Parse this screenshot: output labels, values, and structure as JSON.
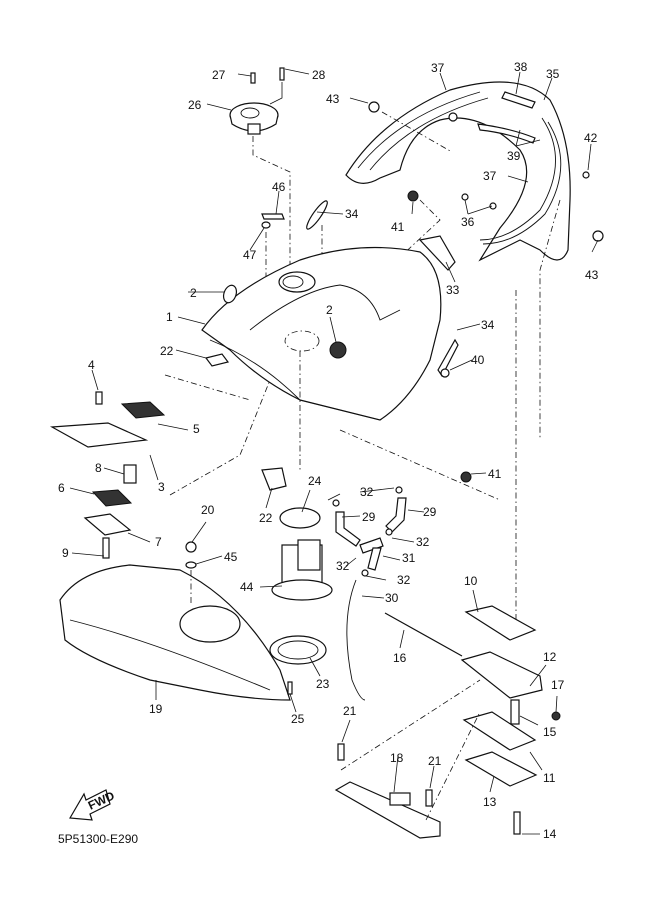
{
  "diagram": {
    "title": "Fuel tank parts diagram",
    "drawing_code": "5P51300-E290",
    "fwd_label": "FWD",
    "callouts": [
      {
        "id": "27",
        "text": "27"
      },
      {
        "id": "28",
        "text": "28"
      },
      {
        "id": "26",
        "text": "26"
      },
      {
        "id": "43a",
        "text": "43"
      },
      {
        "id": "37a",
        "text": "37"
      },
      {
        "id": "38",
        "text": "38"
      },
      {
        "id": "35",
        "text": "35"
      },
      {
        "id": "39",
        "text": "39"
      },
      {
        "id": "42",
        "text": "42"
      },
      {
        "id": "37b",
        "text": "37"
      },
      {
        "id": "36",
        "text": "36"
      },
      {
        "id": "43b",
        "text": "43"
      },
      {
        "id": "46",
        "text": "46"
      },
      {
        "id": "34a",
        "text": "34"
      },
      {
        "id": "47",
        "text": "47"
      },
      {
        "id": "41a",
        "text": "41"
      },
      {
        "id": "33",
        "text": "33"
      },
      {
        "id": "2a",
        "text": "2"
      },
      {
        "id": "1",
        "text": "1"
      },
      {
        "id": "2b",
        "text": "2"
      },
      {
        "id": "22a",
        "text": "22"
      },
      {
        "id": "34b",
        "text": "34"
      },
      {
        "id": "40",
        "text": "40"
      },
      {
        "id": "4",
        "text": "4"
      },
      {
        "id": "5",
        "text": "5"
      },
      {
        "id": "3",
        "text": "3"
      },
      {
        "id": "8",
        "text": "8"
      },
      {
        "id": "6",
        "text": "6"
      },
      {
        "id": "7",
        "text": "7"
      },
      {
        "id": "9",
        "text": "9"
      },
      {
        "id": "20",
        "text": "20"
      },
      {
        "id": "45",
        "text": "45"
      },
      {
        "id": "22b",
        "text": "22"
      },
      {
        "id": "24",
        "text": "24"
      },
      {
        "id": "32a",
        "text": "32"
      },
      {
        "id": "29a",
        "text": "29"
      },
      {
        "id": "29b",
        "text": "29"
      },
      {
        "id": "32b",
        "text": "32"
      },
      {
        "id": "31",
        "text": "31"
      },
      {
        "id": "32c",
        "text": "32"
      },
      {
        "id": "32d",
        "text": "32"
      },
      {
        "id": "44",
        "text": "44"
      },
      {
        "id": "30",
        "text": "30"
      },
      {
        "id": "41b",
        "text": "41"
      },
      {
        "id": "10",
        "text": "10"
      },
      {
        "id": "16",
        "text": "16"
      },
      {
        "id": "12",
        "text": "12"
      },
      {
        "id": "17",
        "text": "17"
      },
      {
        "id": "15",
        "text": "15"
      },
      {
        "id": "19",
        "text": "19"
      },
      {
        "id": "23",
        "text": "23"
      },
      {
        "id": "25",
        "text": "25"
      },
      {
        "id": "21a",
        "text": "21"
      },
      {
        "id": "18",
        "text": "18"
      },
      {
        "id": "21b",
        "text": "21"
      },
      {
        "id": "11",
        "text": "11"
      },
      {
        "id": "13",
        "text": "13"
      },
      {
        "id": "14",
        "text": "14"
      }
    ]
  }
}
